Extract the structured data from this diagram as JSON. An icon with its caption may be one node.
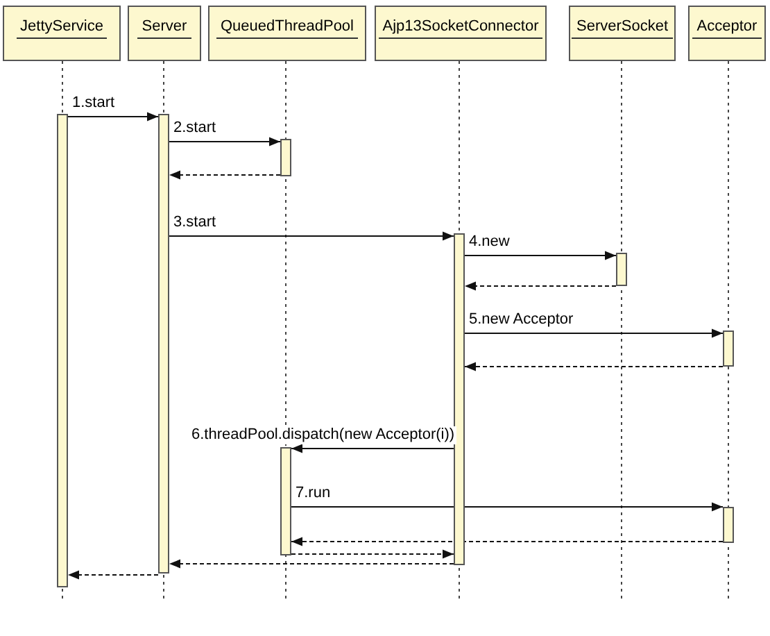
{
  "diagram": {
    "nodes": [
      {
        "text": [
          "JettyService"
        ]
      },
      {
        "text": [
          "Server"
        ]
      },
      {
        "text": [
          "QueuedThreadPool"
        ]
      },
      {
        "text": [
          "Ajp13SocketConnector"
        ]
      },
      {
        "text": [
          "ServerSocket"
        ]
      },
      {
        "text": [
          "Acceptor"
        ]
      },
      {
        "text": [],
        "shape": "bar"
      },
      {
        "text": [],
        "shape": "bar"
      },
      {
        "text": [],
        "shape": "bar"
      },
      {
        "text": [],
        "shape": "bar"
      },
      {
        "text": [],
        "shape": "bar"
      },
      {
        "text": [],
        "shape": "bar"
      },
      {
        "text": [],
        "shape": "bar"
      },
      {
        "text": [],
        "shape": "bar"
      }
    ],
    "edges": [
      {
        "from": 6,
        "to": 7,
        "arrow": "to",
        "label": "1.start"
      },
      {
        "from": 7,
        "to": 8,
        "arrow": "to",
        "label": "2.start"
      },
      {
        "from": 8,
        "to": 7,
        "arrow": "to",
        "style": "dashed"
      },
      {
        "from": 7,
        "to": 9,
        "arrow": "to",
        "label": "3.start"
      },
      {
        "from": 9,
        "to": 10,
        "arrow": "to",
        "label": "4.new"
      },
      {
        "from": 10,
        "to": 9,
        "arrow": "to",
        "style": "dashed"
      },
      {
        "from": 9,
        "to": 11,
        "arrow": "to",
        "label": "5.new Acceptor"
      },
      {
        "from": 11,
        "to": 9,
        "arrow": "to",
        "style": "dashed"
      },
      {
        "from": 9,
        "to": 12,
        "arrow": "to",
        "label": "6.threadPool.dispatch(new Acceptor(i))"
      },
      {
        "from": 12,
        "to": 13,
        "arrow": "to",
        "label": "7.run"
      },
      {
        "from": 13,
        "to": 12,
        "arrow": "to",
        "style": "dashed"
      },
      {
        "from": 12,
        "to": 9,
        "arrow": "to",
        "style": "dashed"
      },
      {
        "from": 9,
        "to": 7,
        "arrow": "to",
        "style": "dashed"
      },
      {
        "from": 7,
        "to": 6,
        "arrow": "to",
        "style": "dashed"
      }
    ]
  }
}
